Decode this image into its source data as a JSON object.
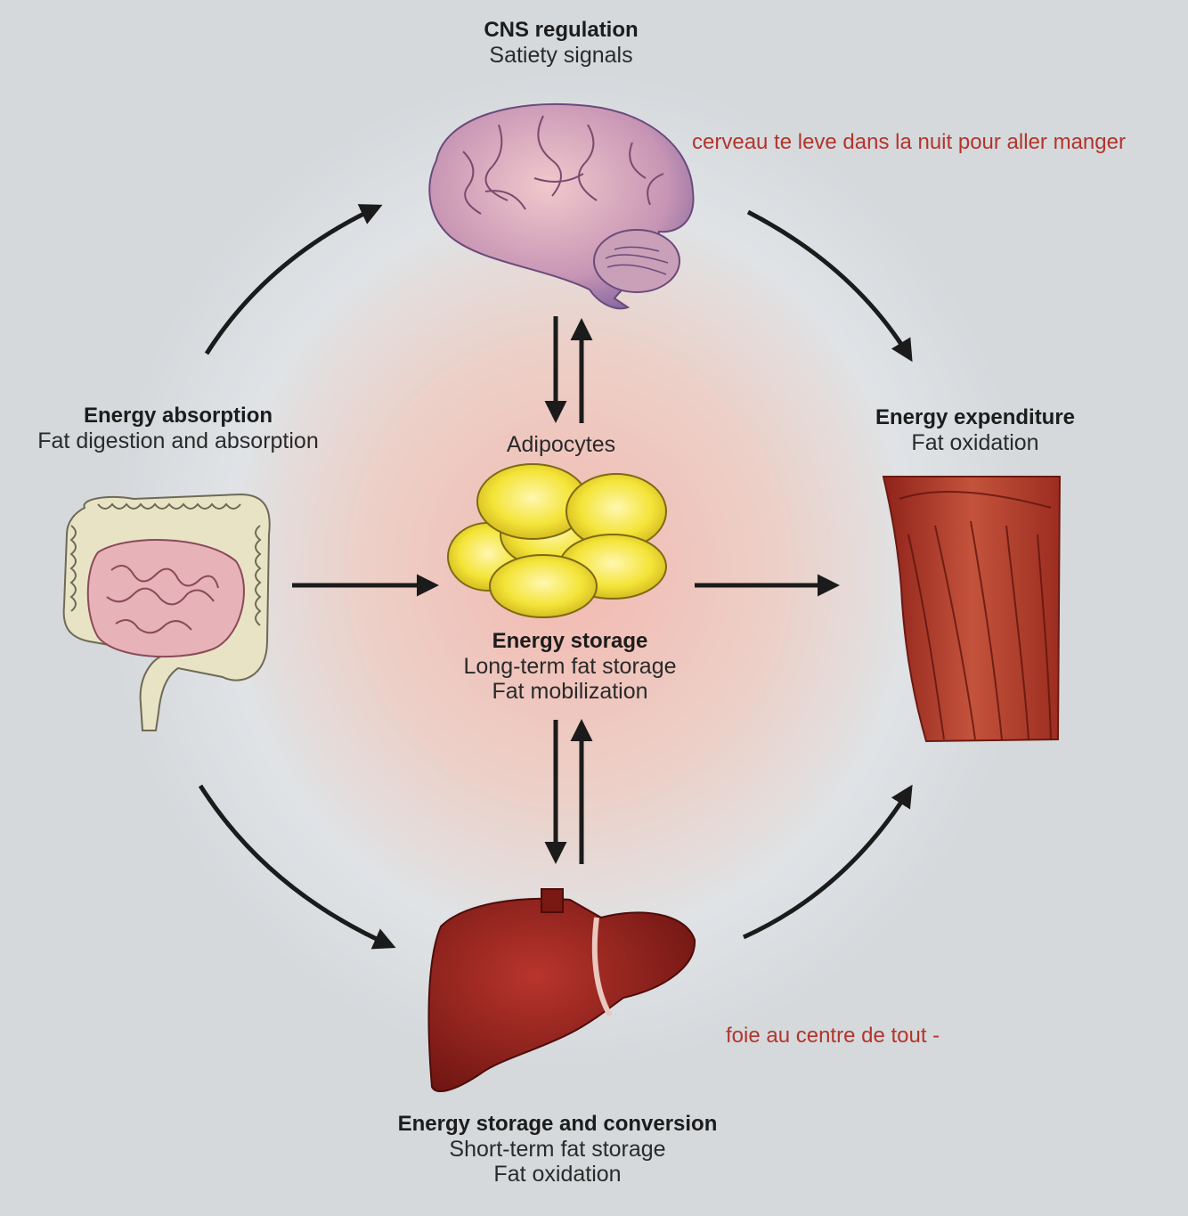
{
  "cns": {
    "title": "CNS regulation",
    "subtitle": "Satiety signals"
  },
  "absorption": {
    "title": "Energy absorption",
    "subtitle": "Fat digestion and absorption"
  },
  "expenditure": {
    "title": "Energy expenditure",
    "subtitle": "Fat oxidation"
  },
  "adipocytes": {
    "label": "Adipocytes"
  },
  "storage": {
    "title": "Energy storage",
    "lines": [
      "Long-term fat storage",
      "Fat mobilization"
    ]
  },
  "liver": {
    "title": "Energy storage and conversion",
    "lines": [
      "Short-term fat storage",
      "Fat oxidation"
    ]
  },
  "notes": {
    "brain": "cerveau te leve dans la nuit pour aller manger",
    "liver": "foie au centre de tout -"
  },
  "colors": {
    "note": "#b3342b",
    "arrow": "#1b1b1b",
    "fat": "#f2e23a",
    "liver": "#8e1c18",
    "muscle": "#b8402c"
  },
  "icons": [
    "brain-icon",
    "intestine-icon",
    "adipocytes-icon",
    "muscle-icon",
    "liver-icon"
  ]
}
